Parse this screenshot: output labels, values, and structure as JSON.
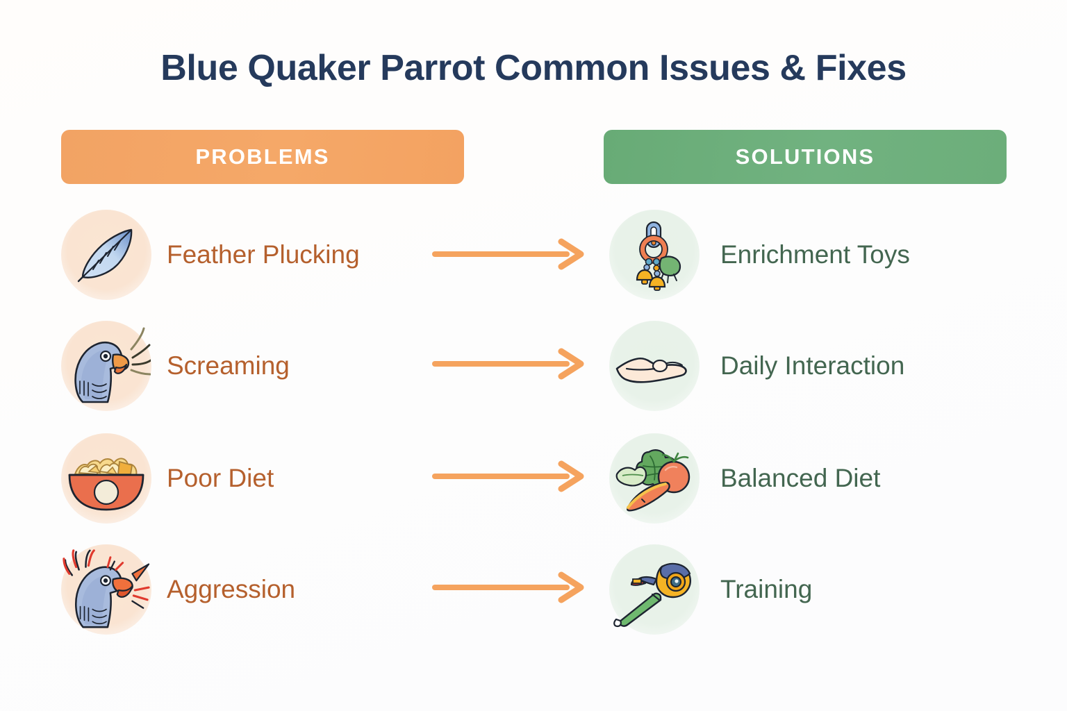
{
  "page": {
    "title": "Blue Quaker Parrot Common Issues & Fixes",
    "background_color": "#fdfdfc",
    "title_color": "#253a5c"
  },
  "columns": {
    "problems": {
      "header_label": "PROBLEMS",
      "header_color": "#f2a364",
      "text_color": "#b5602d",
      "bubble_color": "#fae4d2"
    },
    "solutions": {
      "header_label": "SOLUTIONS",
      "header_color": "#6cae7a",
      "text_color": "#436650",
      "bubble_color": "#e8f2e9"
    }
  },
  "arrow": {
    "color": "#f5a35e",
    "count": 4,
    "direction": "right"
  },
  "rows": [
    {
      "problem": {
        "label": "Feather Plucking",
        "icon": "feather-icon"
      },
      "solution": {
        "label": "Enrichment Toys",
        "icon": "bird-toy-bells-icon"
      }
    },
    {
      "problem": {
        "label": "Screaming",
        "icon": "screaming-parrot-icon"
      },
      "solution": {
        "label": "Daily Interaction",
        "icon": "open-hand-icon"
      }
    },
    {
      "problem": {
        "label": "Poor Diet",
        "icon": "seed-bowl-icon"
      },
      "solution": {
        "label": "Balanced Diet",
        "icon": "vegetables-icon"
      }
    },
    {
      "problem": {
        "label": "Aggression",
        "icon": "aggressive-parrot-icon"
      },
      "solution": {
        "label": "Training",
        "icon": "target-stick-clicker-icon"
      }
    }
  ]
}
